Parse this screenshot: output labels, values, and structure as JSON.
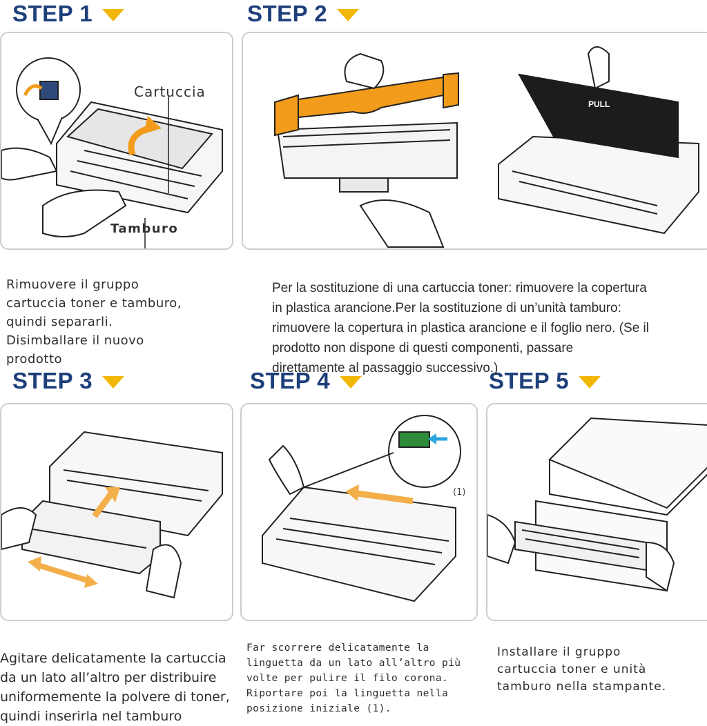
{
  "colors": {
    "title": "#1d3f7a",
    "triangle": "#f2b705",
    "orange_cover": "#f39c1b",
    "border": "#c9cdd4"
  },
  "steps": [
    {
      "title": "STEP 1",
      "labels": {
        "cartridge": "Cartuccia",
        "drum": "Tamburo"
      },
      "text": "Rimuovere il gruppo\ncartuccia toner e tamburo,\nquindi separarli.\nDisimballare il nuovo\nprodotto"
    },
    {
      "title": "STEP 2",
      "labels": {
        "pull": "PULL"
      },
      "text": "Per la sostituzione di una cartuccia toner: rimuovere la copertura\nin plastica arancione.Per la sostituzione di un’unità tamburo:\nrimuovere la copertura in plastica arancione e il foglio nero. (Se il\nprodotto non dispone di questi componenti, passare\ndirettamente al passaggio successivo.)"
    },
    {
      "title": "STEP 3",
      "text": "Agitare delicatamente la cartuccia\nda un lato all’altro per distribuire\nuniformemente la polvere di toner,\nquindi inserirla nel tamburo"
    },
    {
      "title": "STEP 4",
      "labels": {
        "callout": "(1)"
      },
      "text": "Far scorrere delicatamente la\nlinguetta da un lato all’altro più\nvolte per pulire il filo corona.\nRiportare poi la linguetta nella\nposizione iniziale (1)."
    },
    {
      "title": "STEP 5",
      "text": "Installare il gruppo\ncartuccia toner e unità\ntamburo nella stampante."
    }
  ]
}
